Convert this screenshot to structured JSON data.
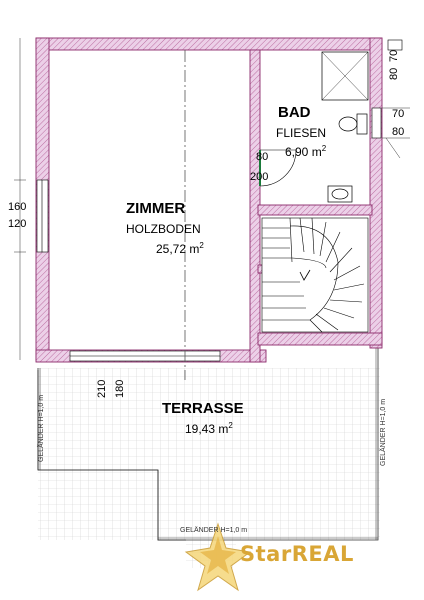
{
  "rooms": {
    "zimmer": {
      "name": "ZIMMER",
      "floor": "HOLZBODEN",
      "area": "25,72",
      "unit": "m",
      "unit_exp": "2"
    },
    "bad": {
      "name": "BAD",
      "floor": "FLIESEN",
      "area": "6,90",
      "unit": "m",
      "unit_exp": "2"
    },
    "terrasse": {
      "name": "TERRASSE",
      "area": "19,43",
      "unit": "m",
      "unit_exp": "2"
    }
  },
  "dimensions": {
    "top_right_a": "70",
    "top_right_b": "80",
    "bad_window_a": "70",
    "bad_window_b": "80",
    "bad_door_w": "80",
    "bad_door_h": "200",
    "left_window_a": "160",
    "left_window_b": "120",
    "terrace_door_a": "210",
    "terrace_door_b": "180"
  },
  "railings": {
    "left": "GELÄNDER H=1,0 m",
    "right": "GELÄNDER H=1,0 m",
    "bottom": "GELÄNDER H=1,0 m"
  },
  "branding": {
    "logo_text": "StarREAL"
  },
  "colors": {
    "wall_fill": "#e8c9e2",
    "wall_stroke": "#8c2a6a",
    "grid": "#c4c4c4",
    "logo_gold": "#d9a636"
  }
}
